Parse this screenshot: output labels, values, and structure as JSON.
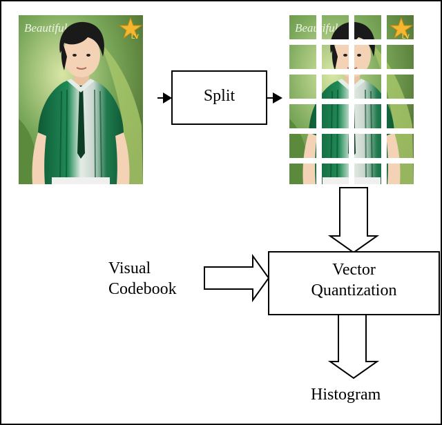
{
  "nodes": {
    "split": "Split",
    "vq_line1": "Vector",
    "vq_line2": "Quantization"
  },
  "labels": {
    "codebook_line1": "Visual",
    "codebook_line2": "Codebook",
    "histogram": "Histogram"
  },
  "images": {
    "input_image": {
      "icon": "anime-boy-portrait",
      "badge_text": "LV",
      "watermark_text": "Beautiful"
    },
    "grid": {
      "icon": "split-image-grid",
      "rows": 6,
      "cols": 4
    }
  },
  "colors": {
    "stroke": "#000000",
    "shirt_green": "#1f7a4d",
    "background_green": "#7aa85a",
    "skin": "#f3d2b5",
    "hair": "#1a1a1a",
    "star": "#f5b730"
  }
}
